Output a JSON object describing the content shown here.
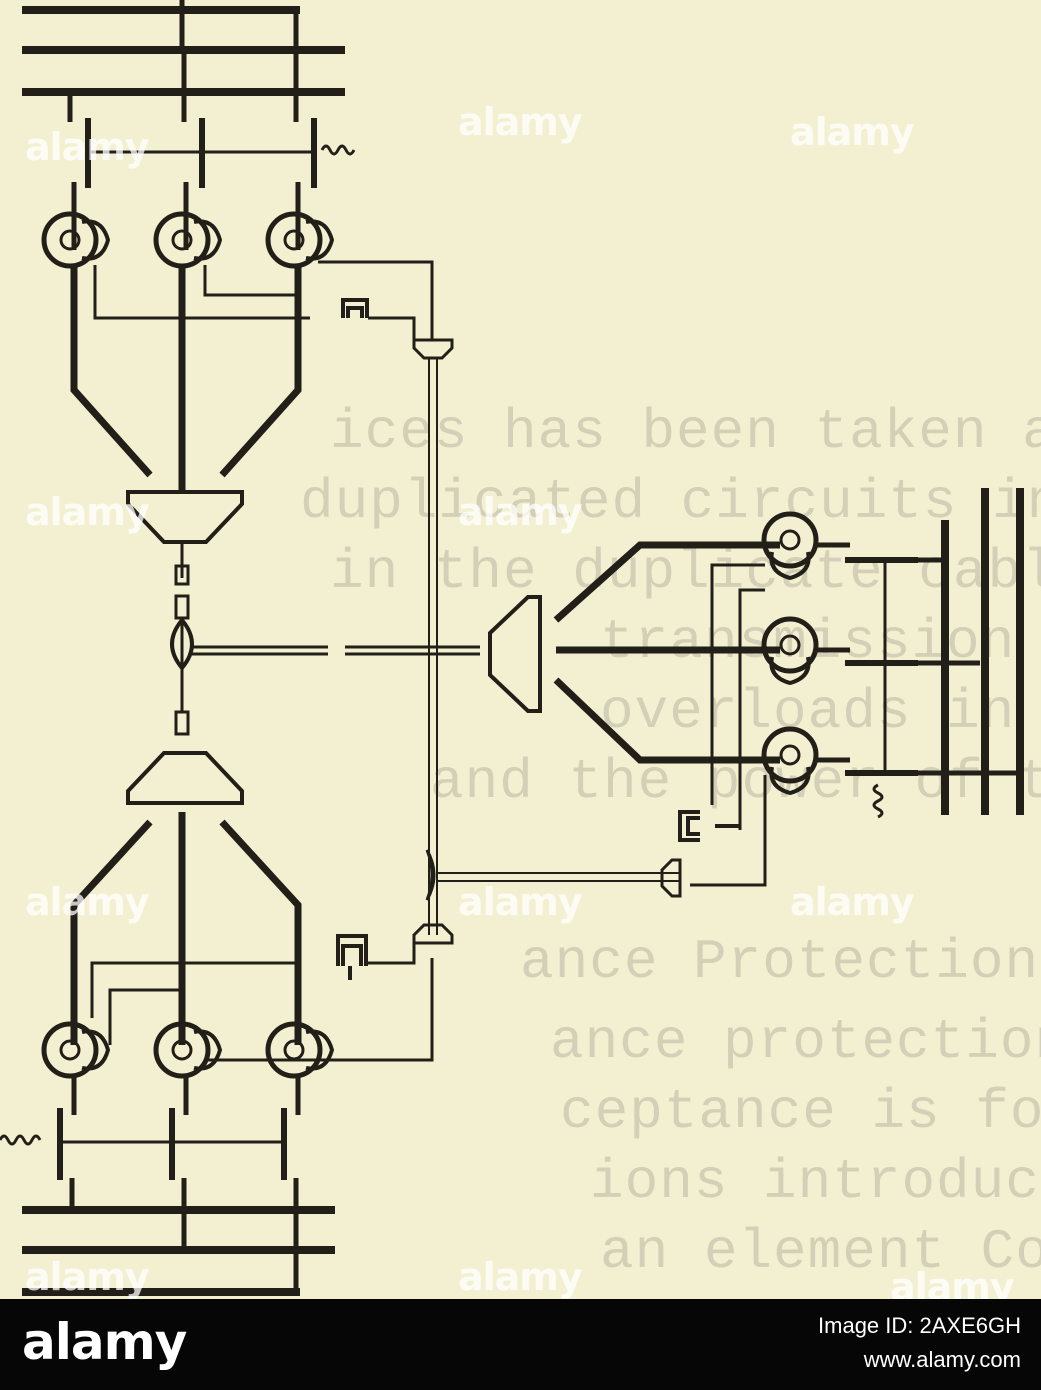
{
  "background_color": "#f3f0d2",
  "ink_color": "#221e18",
  "ghost_text": {
    "line1": "ices has been taken and installed",
    "line2": "duplicated circuits in strengths",
    "line3": "in the duplicate cables with the",
    "line4": "transmission in both cases",
    "line5": "overloads in the several",
    "line6": "and the power of the system",
    "line7": "ance Protection",
    "line8": "ance protection has been",
    "line9": "ceptance is found throughout",
    "line10": "ions introducing it is usual",
    "line11": "an element Correct"
  },
  "watermark": {
    "text": "alamy"
  },
  "footer": {
    "logo": "alamy",
    "image_id": "Image ID: 2AXE6GH",
    "url": "www.alamy.com"
  }
}
